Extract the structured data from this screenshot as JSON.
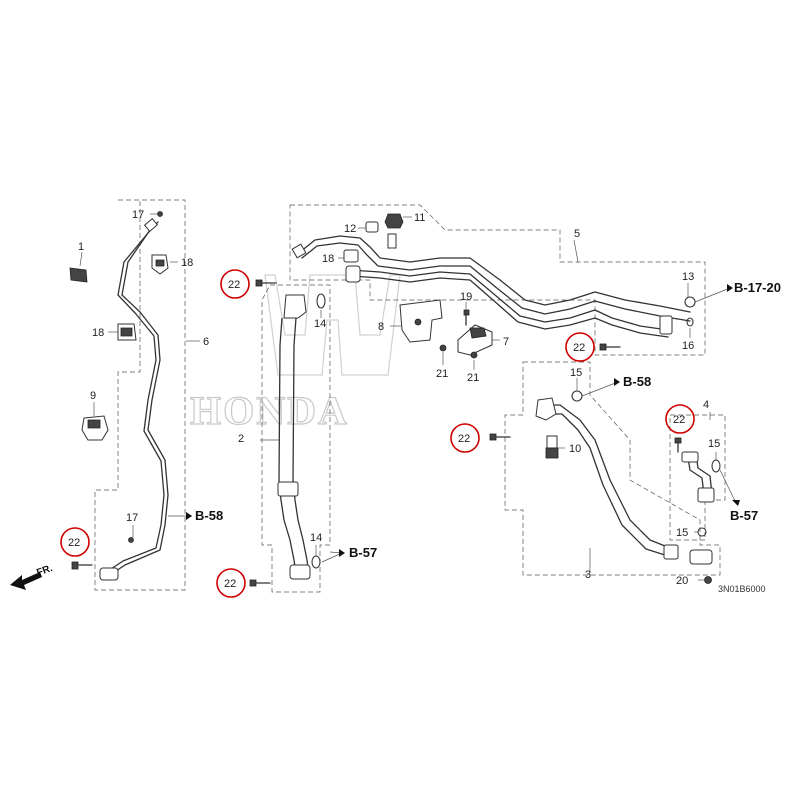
{
  "watermark": {
    "brand": "HONDA"
  },
  "part_numbers": {
    "p1": "1",
    "p2": "2",
    "p3": "3",
    "p4": "4",
    "p5": "5",
    "p6": "6",
    "p7": "7",
    "p8": "8",
    "p9": "9",
    "p10": "10",
    "p11": "11",
    "p12": "12",
    "p13": "13",
    "p14": "14",
    "p15": "15",
    "p16": "16",
    "p17": "17",
    "p18": "18",
    "p19": "19",
    "p20": "20",
    "p21": "21",
    "p22": "22"
  },
  "references": {
    "b58": "B-58",
    "b57": "B-57",
    "b17_20": "B-17-20"
  },
  "front_marker": "FR.",
  "diagram_code": "3N01B6000",
  "colors": {
    "highlight_circle": "#d00000",
    "line": "#333333",
    "watermark": "#c9c9c9"
  }
}
